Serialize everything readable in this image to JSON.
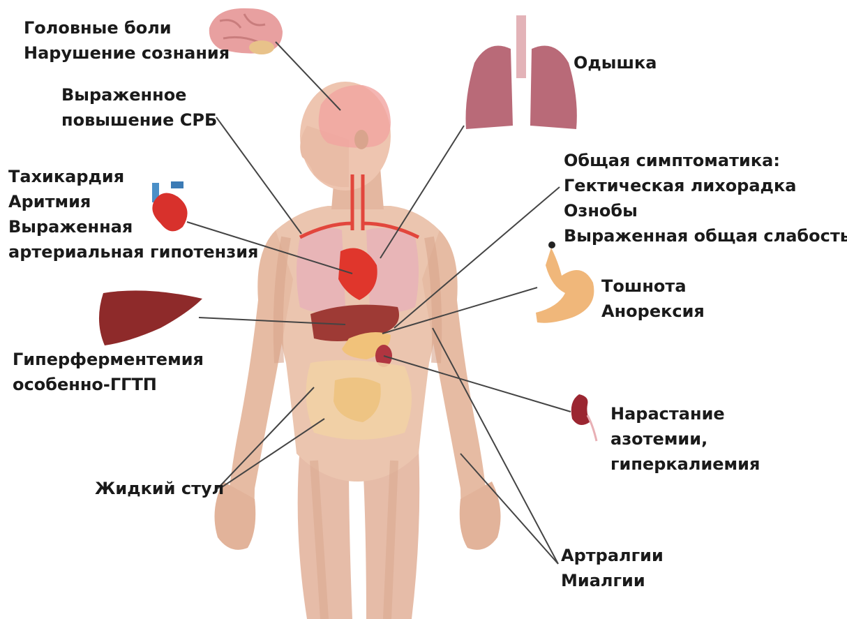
{
  "labels": {
    "head": [
      "Головные боли",
      "Нарушение сознания"
    ],
    "crp": [
      "Выраженное",
      "повышение СРБ"
    ],
    "heart": [
      "Тахикардия",
      "Аритмия",
      "Выраженная",
      "артериальная гипотензия"
    ],
    "liver": [
      "Гиперферментемия",
      "особенно-ГГТП"
    ],
    "stool": [
      "Жидкий стул"
    ],
    "lungs": [
      "Одышка"
    ],
    "general": [
      "Общая симптоматика:",
      "Гектическая лихорадка",
      "Ознобы",
      "Выраженная общая слабость"
    ],
    "stomach": [
      "Тошнота",
      "Анорексия"
    ],
    "kidney": [
      "Нарастание",
      "азотемии,",
      "гиперкалиемия"
    ],
    "joints": [
      "Артралгии",
      "Миалгии"
    ]
  },
  "icons": {
    "brain": "brain-icon",
    "lungs": "lungs-icon",
    "heart": "heart-icon",
    "liver": "liver-icon",
    "stomach": "stomach-icon",
    "kidney": "kidney-icon",
    "body": "human-body-figure"
  },
  "colors": {
    "skin": "#e9c2ac",
    "skin_dark": "#d9a58c",
    "brain": "#e8a0a0",
    "lungs": "#b96a78",
    "heart": "#d8312c",
    "liver": "#8e2a2a",
    "stomach": "#f0b77a",
    "kidney": "#9b2631",
    "text": "#1a1a1a",
    "leader_line": "#444444"
  }
}
